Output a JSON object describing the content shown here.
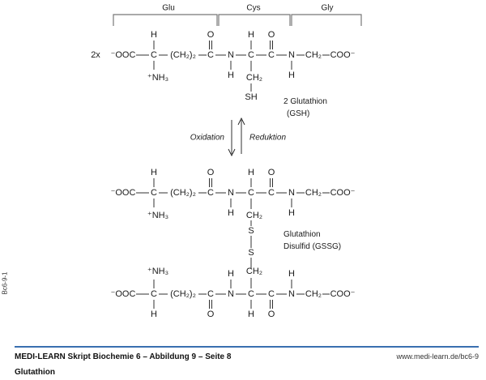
{
  "segments": {
    "glu": "Glu",
    "cys": "Cys",
    "gly": "Gly"
  },
  "multiplier": "2x",
  "atoms": {
    "ooc": "⁻OOC",
    "c": "C",
    "h": "H",
    "o": "O",
    "n": "N",
    "ch2": "CH₂",
    "ch2_2": "(CH₂)₂",
    "coo": "COO⁻",
    "nh3": "⁺NH₃",
    "sh": "SH",
    "s": "S"
  },
  "labels": {
    "gsh_line1": "2 Glutathion",
    "gsh_line2": "(GSH)",
    "gssg_line1": "Glutathion",
    "gssg_line2": "Disulfid (GSSG)",
    "oxidation": "Oxidation",
    "reduction": "Reduktion"
  },
  "side_code": "Bc6-9-1",
  "footer": {
    "title": "MEDI-LEARN Skript Biochemie 6 – Abbildung 9 – Seite 8",
    "url": "www.medi-learn.de/bc6-9",
    "subtitle": "Glutathion"
  }
}
